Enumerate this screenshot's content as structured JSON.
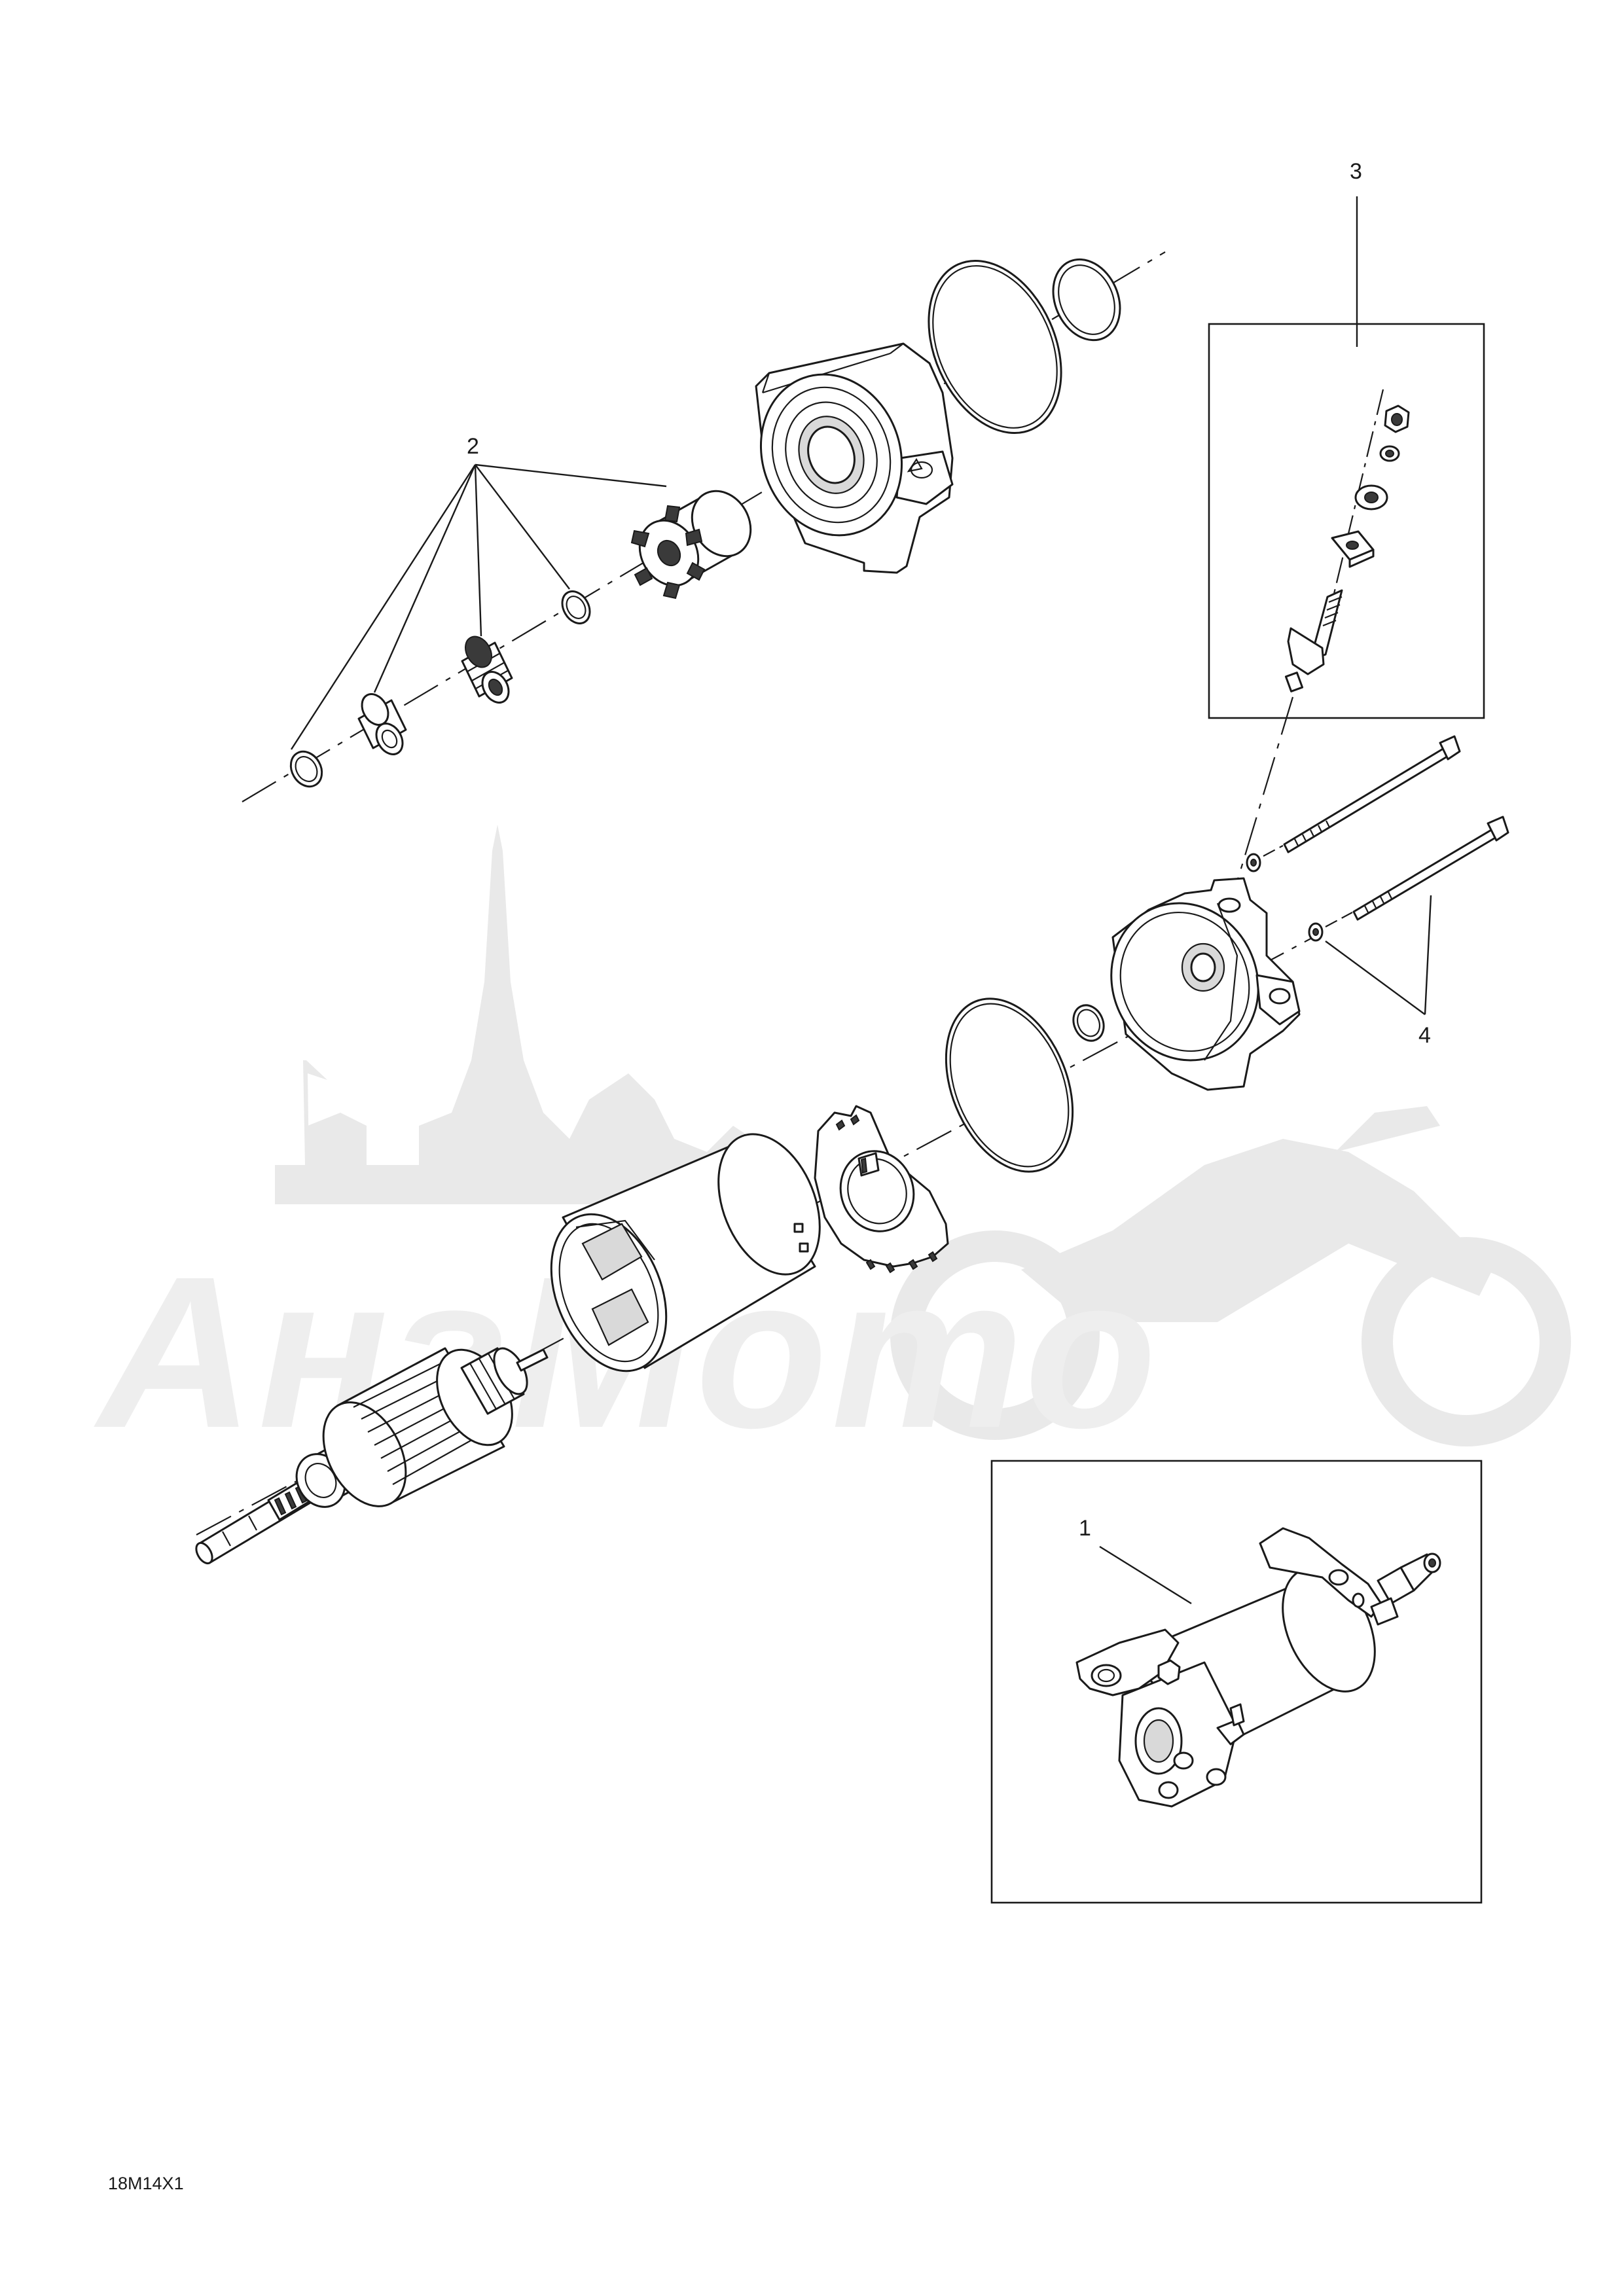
{
  "callouts": [
    {
      "id": "1",
      "label": "1"
    },
    {
      "id": "2",
      "label": "2"
    },
    {
      "id": "3",
      "label": "3"
    },
    {
      "id": "4",
      "label": "4"
    }
  ],
  "drawing_code": "18M14X1",
  "watermark": {
    "text": "АнгМото"
  },
  "colors": {
    "line": "#1a1a1a",
    "background": "#ffffff",
    "watermark": "#e9e9e9"
  }
}
